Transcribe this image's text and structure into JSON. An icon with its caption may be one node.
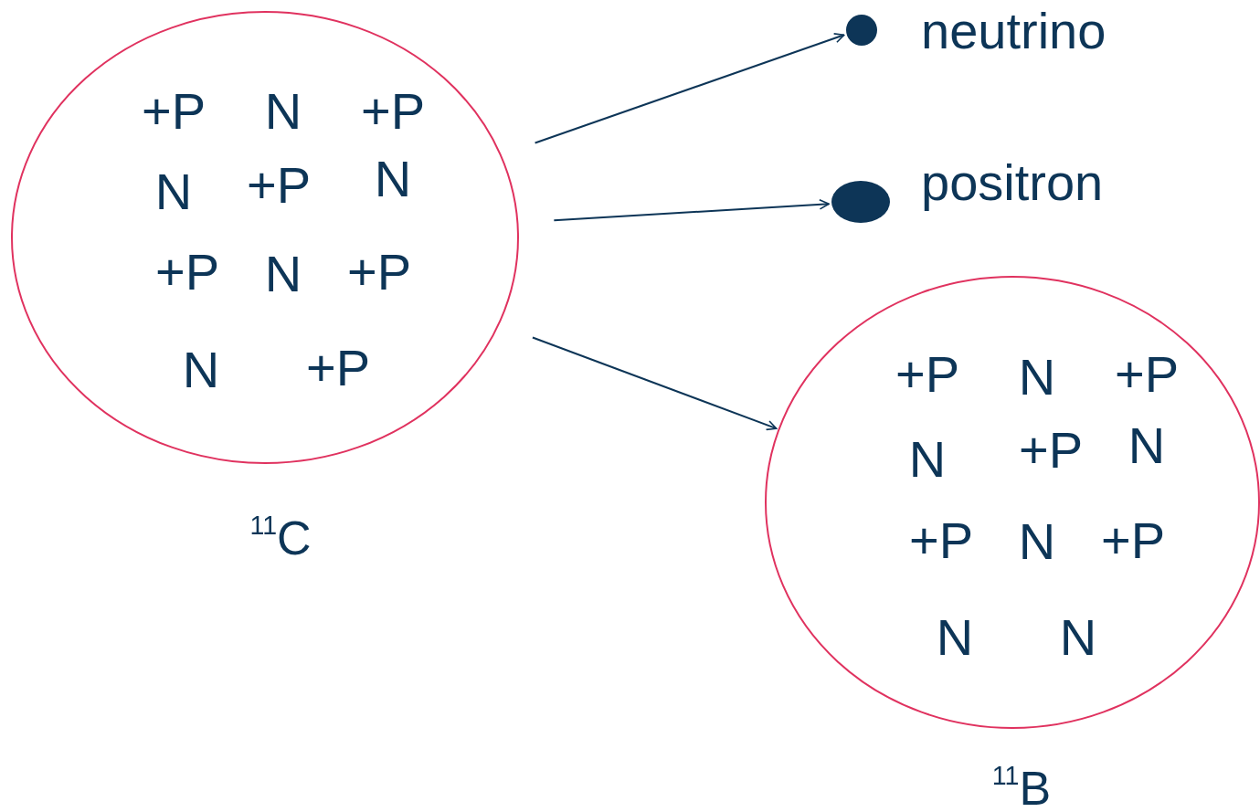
{
  "diagram": {
    "nodes": [
      {
        "text": [
          "+P",
          "N",
          "+P",
          "N",
          "+P",
          "N",
          "+P",
          "N",
          "+P",
          "N",
          "+P",
          "$^{11}$C"
        ]
      },
      {
        "text": [],
        "shape": "circle",
        "beside": [
          "neutrino"
        ]
      },
      {
        "text": [],
        "shape": "circle",
        "beside": [
          "positron"
        ]
      },
      {
        "text": [
          "+P",
          "N",
          "+P",
          "N",
          "+P",
          "N",
          "+P",
          "N",
          "+P",
          "N",
          "N",
          "$^{11}$B"
        ]
      }
    ],
    "edges": [
      {
        "from": 0,
        "to": 1,
        "arrow": "to"
      },
      {
        "from": 0,
        "to": 2,
        "arrow": "to"
      },
      {
        "from": 0,
        "to": 3,
        "arrow": "to"
      }
    ]
  }
}
